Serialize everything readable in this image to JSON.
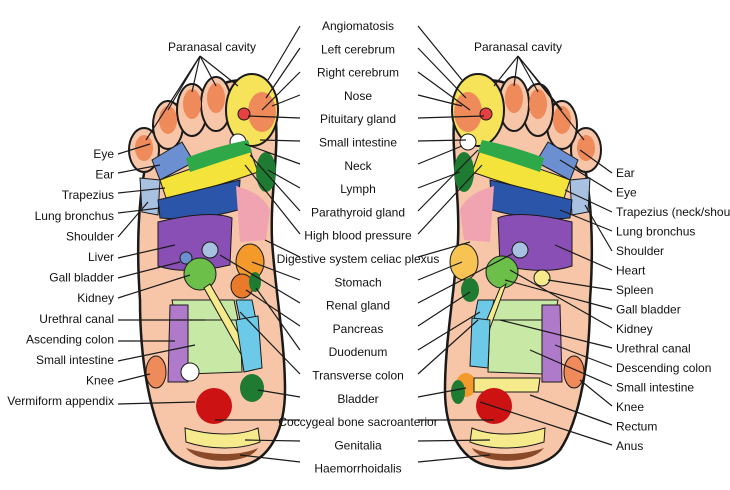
{
  "center_labels": [
    "Angiomatosis",
    "Left cerebrum",
    "Right cerebrum",
    "Nose",
    "Pituitary gland",
    "Small intestine",
    "Neck",
    "Lymph",
    "Parathyroid gland",
    "High blood pressure",
    "Digestive system celiac plexus",
    "Stomach",
    "Renal gland",
    "Pancreas",
    "Duodenum",
    "Transverse colon",
    "Bladder",
    "Coccygeal bone sacroanterior",
    "Genitalia",
    "Haemorrhoidalis"
  ],
  "left_labels": [
    "Eye",
    "Ear",
    "Trapezius",
    "Lung bronchus",
    "Shoulder",
    "Liver",
    "Gall bladder",
    "Kidney",
    "Urethral canal",
    "Ascending colon",
    "Small intestine",
    "Knee",
    "Vermiform appendix"
  ],
  "right_labels": [
    "Ear",
    "Eye",
    "Trapezius (neck/shoulder)",
    "Lung bronchus",
    "Shoulder",
    "Heart",
    "Spleen",
    "Gall bladder",
    "Kidney",
    "Urethral canal",
    "Descending colon",
    "Small intestine",
    "Knee",
    "Rectum",
    "Anus"
  ],
  "paranasal_left": "Paranasal cavity",
  "paranasal_right": "Paranasal cavity",
  "colors": {
    "skin": "#f7c6a8",
    "outline": "#1a1a1a",
    "sinus_orange": "#ef8a5a",
    "big_toe_yellow": "#f7e35a",
    "head_red": "#e84040",
    "trapezius_yellow": "#f3e33a",
    "lung_green": "#2fa84a",
    "lung_blue": "#2a55a8",
    "shoulder_lightblue": "#a9c1e0",
    "ear_blue": "#6b8fd0",
    "liver_purple": "#8a4fb5",
    "stomach_orange": "#f39a2a",
    "kidney_green": "#6cc04a",
    "dark_green": "#1f7a32",
    "colon_lightgreen": "#c8e8a6",
    "colon_cyan": "#6cc9e8",
    "heel_red": "#cc1212",
    "genitalia_yellow": "#f5ea8c",
    "haem_brown": "#8a4a2a"
  }
}
